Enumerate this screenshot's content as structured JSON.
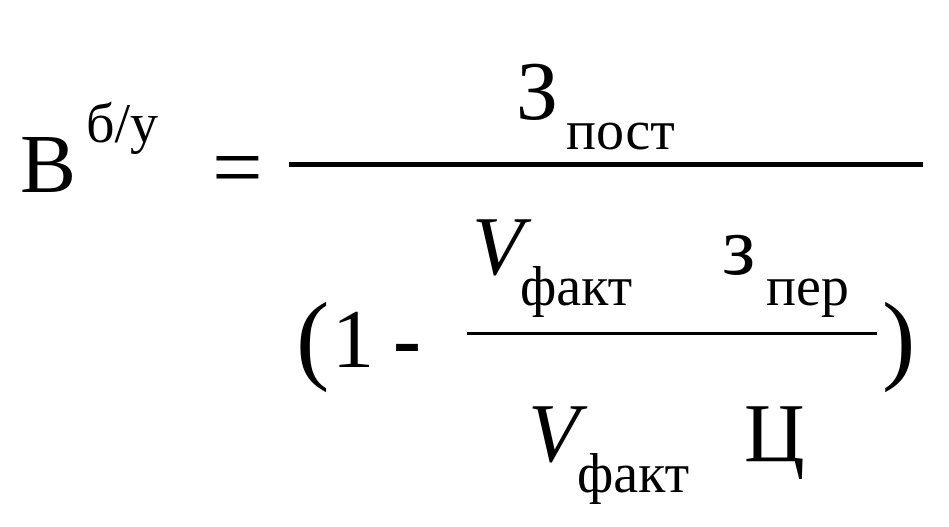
{
  "formula": {
    "lhs": {
      "base": "В",
      "superscript": "б/у"
    },
    "equals": "=",
    "numerator": {
      "symbol": "З",
      "subscript": "пост"
    },
    "denominator": {
      "open_paren": "(",
      "one": "1",
      "minus": "-",
      "inner_numerator": {
        "v_symbol": "V",
        "v_subscript": "факт",
        "z_symbol": "з",
        "z_subscript": "пер"
      },
      "inner_denominator": {
        "v_symbol": "V",
        "v_subscript": "факт",
        "price_symbol": "Ц"
      },
      "close_paren": ")"
    }
  }
}
